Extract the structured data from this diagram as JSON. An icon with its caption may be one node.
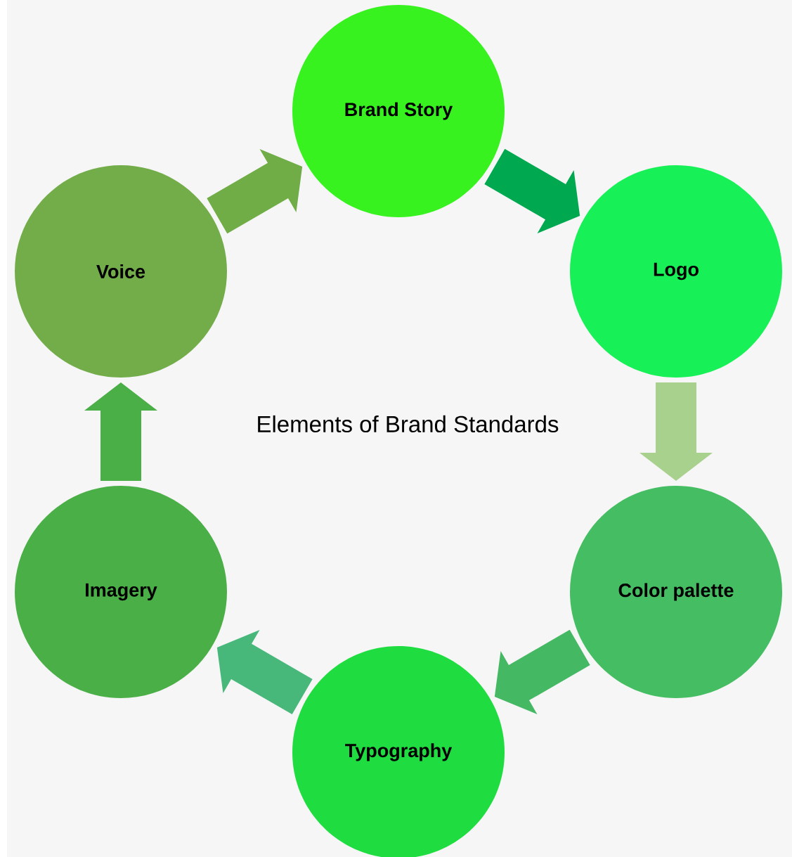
{
  "diagram": {
    "title": "Elements of Brand Standards",
    "nodes": [
      {
        "text": [
          "Brand Story"
        ]
      },
      {
        "text": [
          "Logo"
        ]
      },
      {
        "text": [
          "Color palette"
        ]
      },
      {
        "text": [
          "Typography"
        ]
      },
      {
        "text": [
          "Imagery"
        ]
      },
      {
        "text": [
          "Voice"
        ]
      }
    ],
    "edges": [
      {
        "from": 5,
        "to": 0,
        "arrow": "to",
        "color": "#70ad47"
      },
      {
        "from": 0,
        "to": 1,
        "arrow": "to",
        "color": "#00a850"
      },
      {
        "from": 1,
        "to": 2,
        "arrow": "to",
        "color": "#a9d18e"
      },
      {
        "from": 2,
        "to": 3,
        "arrow": "to",
        "color": "#45b863"
      },
      {
        "from": 3,
        "to": 4,
        "arrow": "to",
        "color": "#47b77a"
      },
      {
        "from": 4,
        "to": 5,
        "arrow": "to",
        "color": "#4aaf46"
      }
    ]
  }
}
